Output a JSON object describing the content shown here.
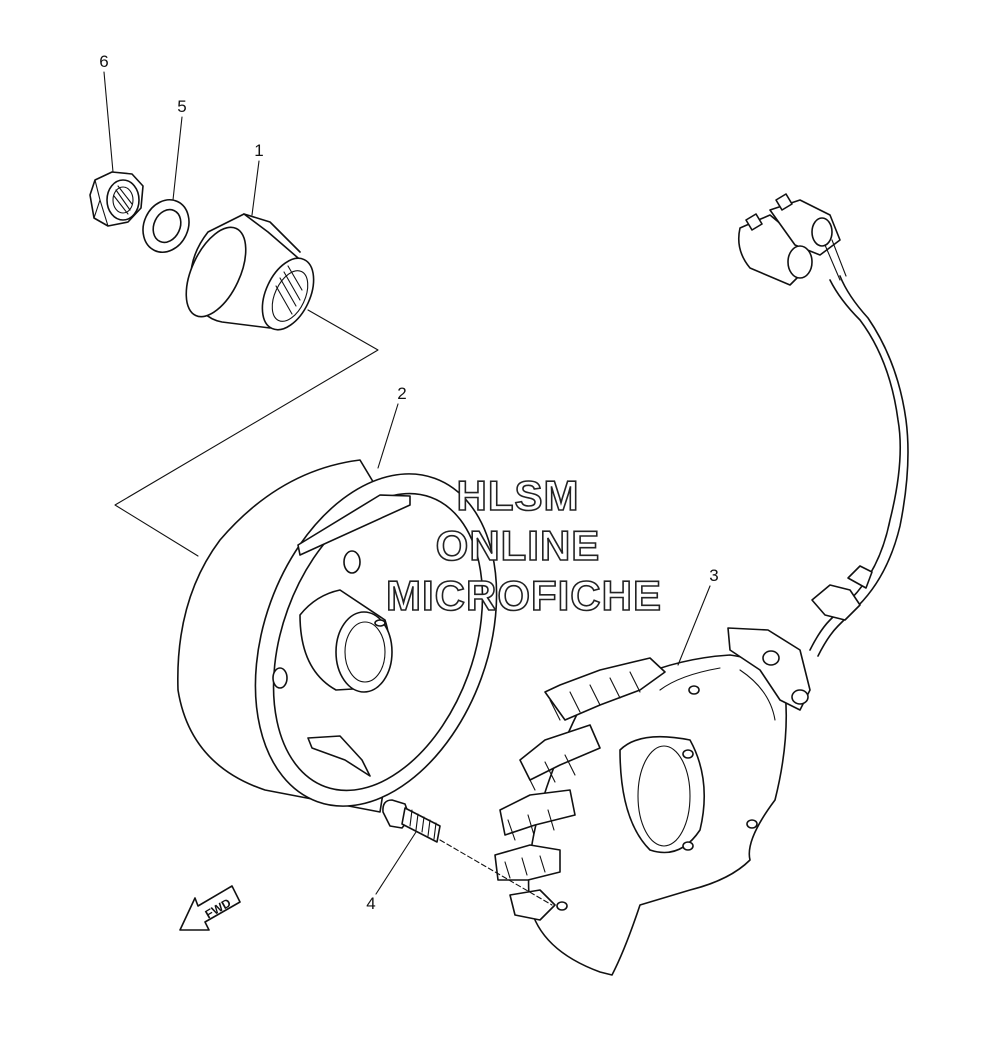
{
  "callouts": {
    "p1": "1",
    "p2": "2",
    "p3": "3",
    "p4": "4",
    "p5": "5",
    "p6": "6"
  },
  "watermark": {
    "line1": "HLSM",
    "line2": "ONLINE",
    "line3": "MICROFICHE"
  },
  "direction_label": "FWD"
}
